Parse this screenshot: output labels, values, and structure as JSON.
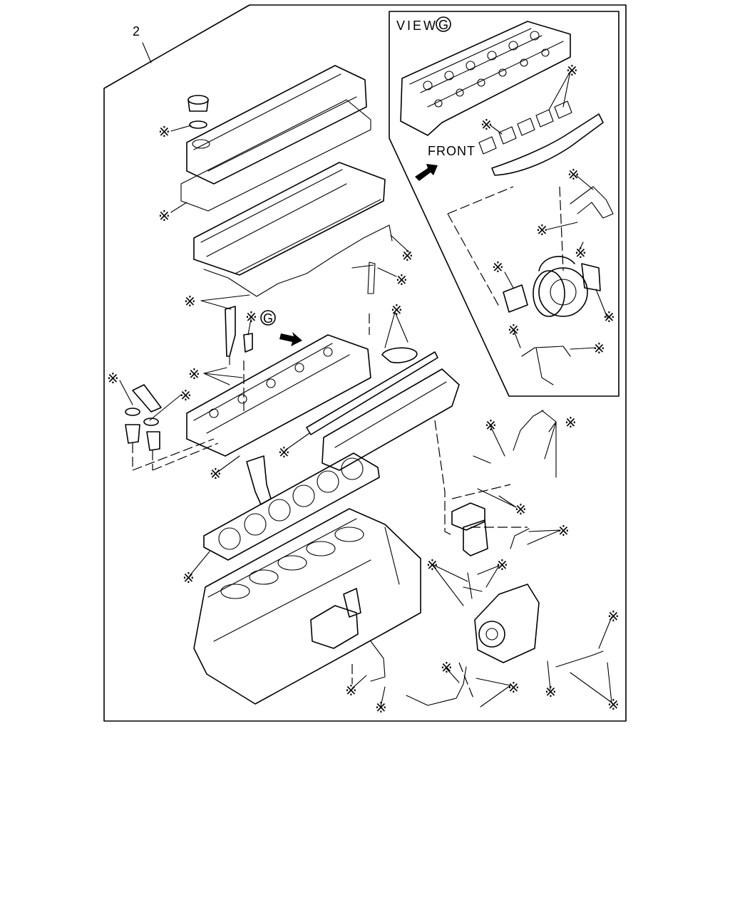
{
  "diagram": {
    "item_number": "2",
    "view_label": "VIEW",
    "view_letter": "G",
    "main_view_marker": "G",
    "front_label": "FRONT",
    "callout_symbol": "※"
  }
}
